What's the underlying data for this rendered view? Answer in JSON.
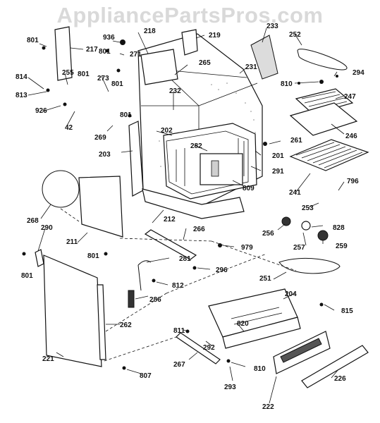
{
  "watermark": "AppliancePartsPros.com",
  "parts": {
    "p801": "801",
    "p217": "217",
    "p936": "936",
    "p218": "218",
    "p219": "219",
    "p233": "233",
    "p252": "252",
    "p294": "294",
    "p271": "271",
    "p255": "255",
    "p814": "814",
    "p813": "813",
    "p926": "926",
    "p42": "42",
    "p273": "273",
    "p265": "265",
    "p231": "231",
    "p810": "810",
    "p247": "247",
    "p232": "232",
    "p269": "269",
    "p202": "202",
    "p246": "246",
    "p261": "261",
    "p203": "203",
    "p282": "282",
    "p201": "201",
    "p291": "291",
    "p809": "809",
    "p241": "241",
    "p796": "796",
    "p253": "253",
    "p268": "268",
    "p290": "290",
    "p211": "211",
    "p212": "212",
    "p266": "266",
    "p256": "256",
    "p828": "828",
    "p257": "257",
    "p259": "259",
    "p979": "979",
    "p281": "281",
    "p296": "296",
    "p251": "251",
    "p812": "812",
    "p204": "204",
    "p286": "286",
    "p815": "815",
    "p262": "262",
    "p820": "820",
    "p811": "811",
    "p221": "221",
    "p292": "292",
    "p267": "267",
    "p807": "807",
    "p293": "293",
    "p226": "226",
    "p222": "222"
  }
}
